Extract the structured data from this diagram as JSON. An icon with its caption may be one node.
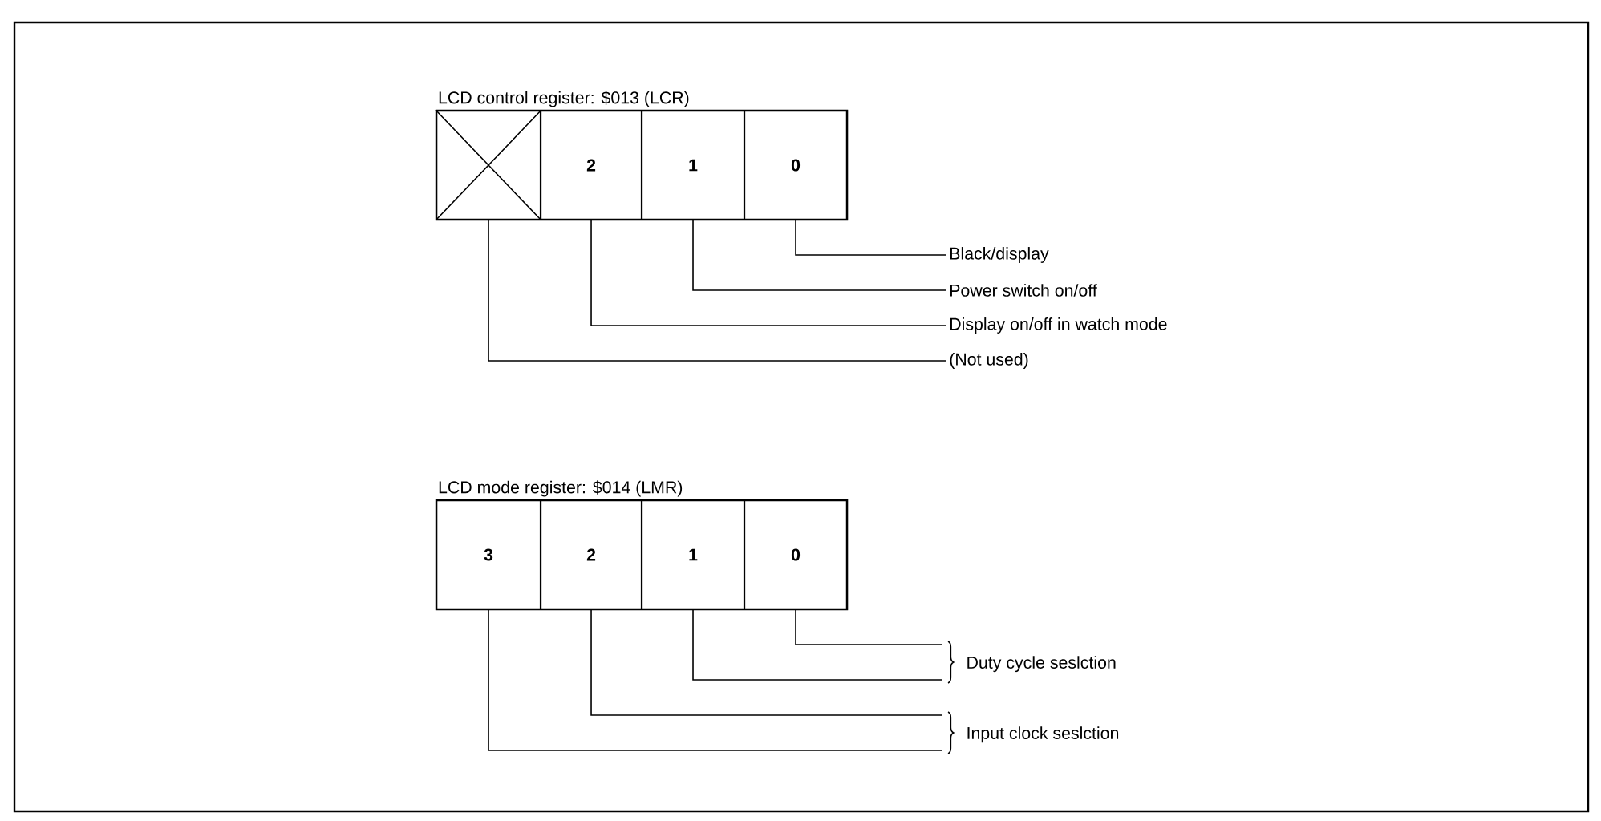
{
  "diagram": {
    "nodes": [
      {
        "text": [
          "LCD control register: $013 (LCR)"
        ]
      },
      {
        "text": [],
        "shape": "box",
        "in": 0
      },
      {
        "text": [
          "2"
        ],
        "in": 0
      },
      {
        "text": [
          "1"
        ],
        "in": 0
      },
      {
        "text": [
          "0"
        ],
        "in": 0
      },
      {
        "text": [
          "Black/display"
        ]
      },
      {
        "text": [
          "Power switch on/off"
        ]
      },
      {
        "text": [
          "Display on/off in watch mode"
        ]
      },
      {
        "text": [
          "(Not used)"
        ]
      },
      {
        "text": [
          "LCD mode register:  $014 (LMR)"
        ]
      },
      {
        "text": [
          "3"
        ],
        "in": 9
      },
      {
        "text": [
          "2"
        ],
        "in": 9
      },
      {
        "text": [
          "1"
        ],
        "in": 9
      },
      {
        "text": [
          "0"
        ],
        "in": 9
      },
      {
        "text": [
          "Duty cycle seslction"
        ]
      },
      {
        "text": [
          "Input clock seslction"
        ]
      }
    ],
    "edges": [
      {
        "from": 4,
        "to": 5,
        "arrow": "none"
      },
      {
        "from": 3,
        "to": 6,
        "arrow": "none"
      },
      {
        "from": 2,
        "to": 7,
        "arrow": "none"
      },
      {
        "from": 1,
        "to": 8,
        "arrow": "none"
      },
      {
        "from": 13,
        "to": 14,
        "arrow": "none"
      },
      {
        "from": 12,
        "to": 14,
        "arrow": "none"
      },
      {
        "from": 11,
        "to": 15,
        "arrow": "none"
      },
      {
        "from": 10,
        "to": 15,
        "arrow": "none"
      }
    ]
  }
}
